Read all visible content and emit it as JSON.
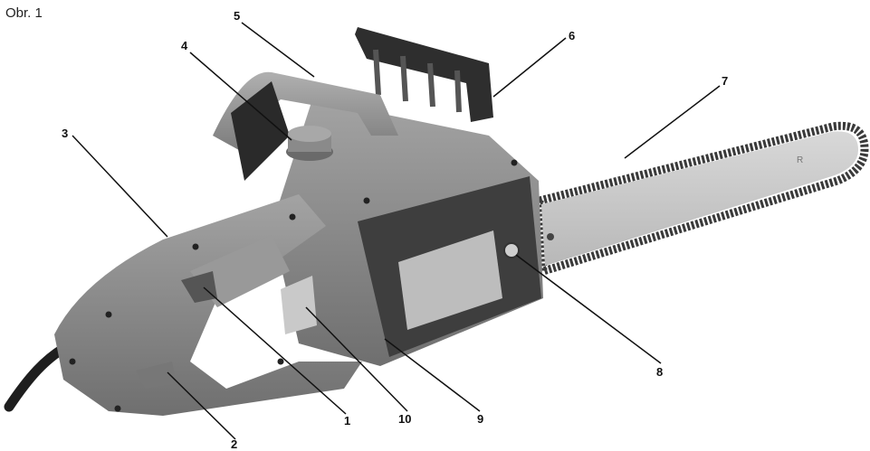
{
  "figure": {
    "title": "Obr. 1"
  },
  "callouts": [
    {
      "id": "c1",
      "label": "1"
    },
    {
      "id": "c2",
      "label": "2"
    },
    {
      "id": "c3",
      "label": "3"
    },
    {
      "id": "c4",
      "label": "4"
    },
    {
      "id": "c5",
      "label": "5"
    },
    {
      "id": "c6",
      "label": "6"
    },
    {
      "id": "c7",
      "label": "7"
    },
    {
      "id": "c8",
      "label": "8"
    },
    {
      "id": "c9",
      "label": "9"
    },
    {
      "id": "c10",
      "label": "10"
    }
  ],
  "colors": {
    "body_gray": "#8e8e8e",
    "body_dark": "#5a5a5a",
    "panel_light": "#b9b9b9",
    "bar_light": "#c8c8c8",
    "chain": "#3a3a3a"
  }
}
